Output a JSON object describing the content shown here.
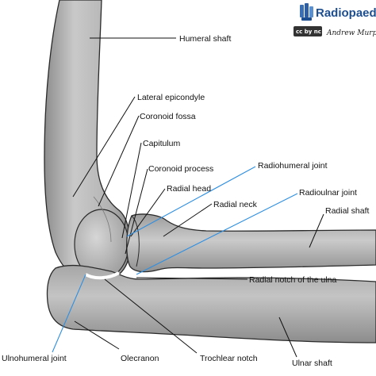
{
  "brand": {
    "name": "Radiopaedia",
    "author": "Andrew Murphy",
    "license_badge": "cc by nc sa"
  },
  "labels": {
    "humeral_shaft": "Humeral shaft",
    "lateral_epicondyle": "Lateral epicondyle",
    "coronoid_fossa": "Coronoid fossa",
    "capitulum": "Capitulum",
    "coronoid_process": "Coronoid process",
    "radiohumeral_joint": "Radiohumeral joint",
    "radial_head": "Radial head",
    "radioulnar_joint": "Radioulnar joint",
    "radial_neck": "Radial neck",
    "radial_shaft": "Radial shaft",
    "radial_notch_of_ulna": "Radial notch of the ulna",
    "ulnohumeral_joint": "Ulnohumeral joint",
    "olecranon": "Olecranon",
    "trochlear_notch": "Trochlear notch",
    "ulnar_shaft": "Ulnar shaft"
  },
  "colors": {
    "bone_fill": "#b9b9b9",
    "bone_outline": "#2a2a2a",
    "joint_lines": "#2f8fe0",
    "leader_lines": "#111111",
    "brand_blue": "#1d4e8f"
  }
}
